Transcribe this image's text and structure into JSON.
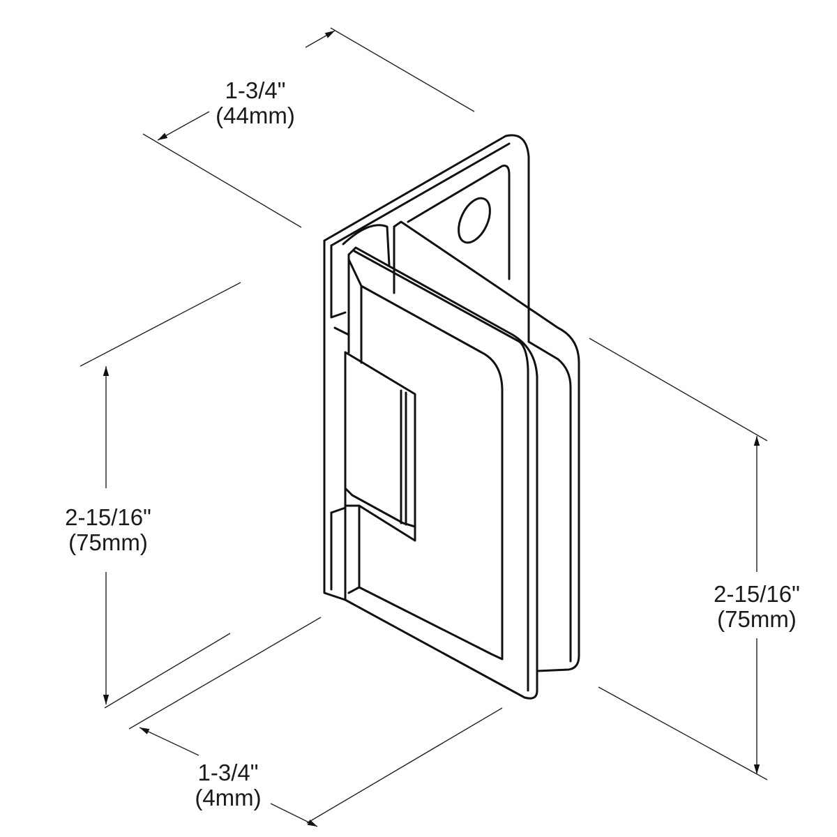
{
  "dimensions": {
    "top_depth": {
      "imperial": "1-3/4\"",
      "metric": "(44mm)"
    },
    "left_height": {
      "imperial": "2-15/16\"",
      "metric": "(75mm)"
    },
    "bottom_width": {
      "imperial": "1-3/4\"",
      "metric": "(4mm)"
    },
    "right_height": {
      "imperial": "2-15/16\"",
      "metric": "(75mm)"
    }
  }
}
